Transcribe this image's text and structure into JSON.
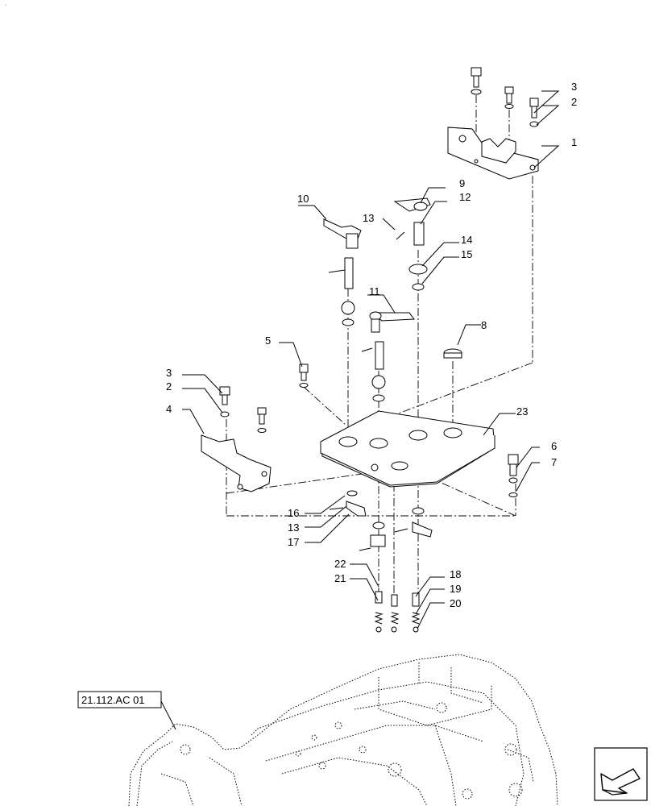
{
  "reference_label": "21.112.AC 01",
  "callouts": {
    "c1": "1",
    "c2a": "2",
    "c3a": "3",
    "c2b": "2",
    "c3b": "3",
    "c4": "4",
    "c5": "5",
    "c6": "6",
    "c7": "7",
    "c8": "8",
    "c9": "9",
    "c10": "10",
    "c11": "11",
    "c12": "12",
    "c13a": "13",
    "c13b": "13",
    "c14": "14",
    "c15": "15",
    "c16": "16",
    "c17": "17",
    "c18": "18",
    "c19": "19",
    "c20": "20",
    "c21": "21",
    "c22": "22",
    "c23": "23"
  },
  "nav_icon": "arrow-icon"
}
